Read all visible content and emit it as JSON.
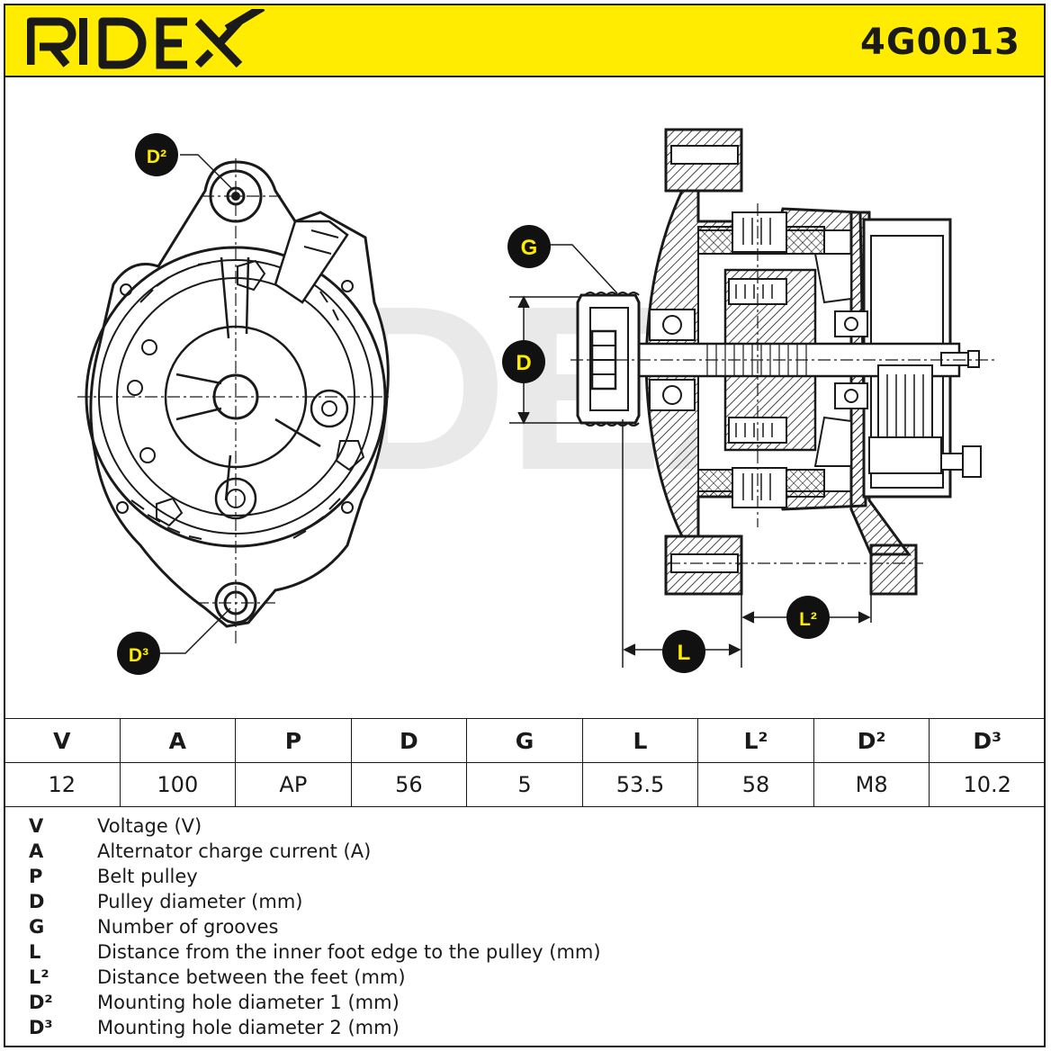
{
  "header": {
    "brand": "RIDEX",
    "part_number": "4G0013",
    "background_color": "#ffec00"
  },
  "diagram": {
    "watermark": "RIDEX",
    "labels": {
      "d2": "D²",
      "d3": "D³",
      "g": "G",
      "d": "D",
      "l": "L",
      "l2": "L²"
    }
  },
  "spec_table": {
    "headers": [
      "V",
      "A",
      "P",
      "D",
      "G",
      "L",
      "L²",
      "D²",
      "D³"
    ],
    "values": [
      "12",
      "100",
      "AP",
      "56",
      "5",
      "53.5",
      "58",
      "M8",
      "10.2"
    ]
  },
  "legend": [
    {
      "key": "V",
      "text": "Voltage (V)"
    },
    {
      "key": "A",
      "text": "Alternator charge current (A)"
    },
    {
      "key": "P",
      "text": "Belt pulley"
    },
    {
      "key": "D",
      "text": "Pulley diameter (mm)"
    },
    {
      "key": "G",
      "text": "Number of grooves"
    },
    {
      "key": "L",
      "text": "Distance from the inner foot edge to the pulley (mm)"
    },
    {
      "key": "L²",
      "text": "Distance between the feet (mm)"
    },
    {
      "key": "D²",
      "text": "Mounting hole diameter 1 (mm)"
    },
    {
      "key": "D³",
      "text": "Mounting hole diameter 2 (mm)"
    }
  ]
}
